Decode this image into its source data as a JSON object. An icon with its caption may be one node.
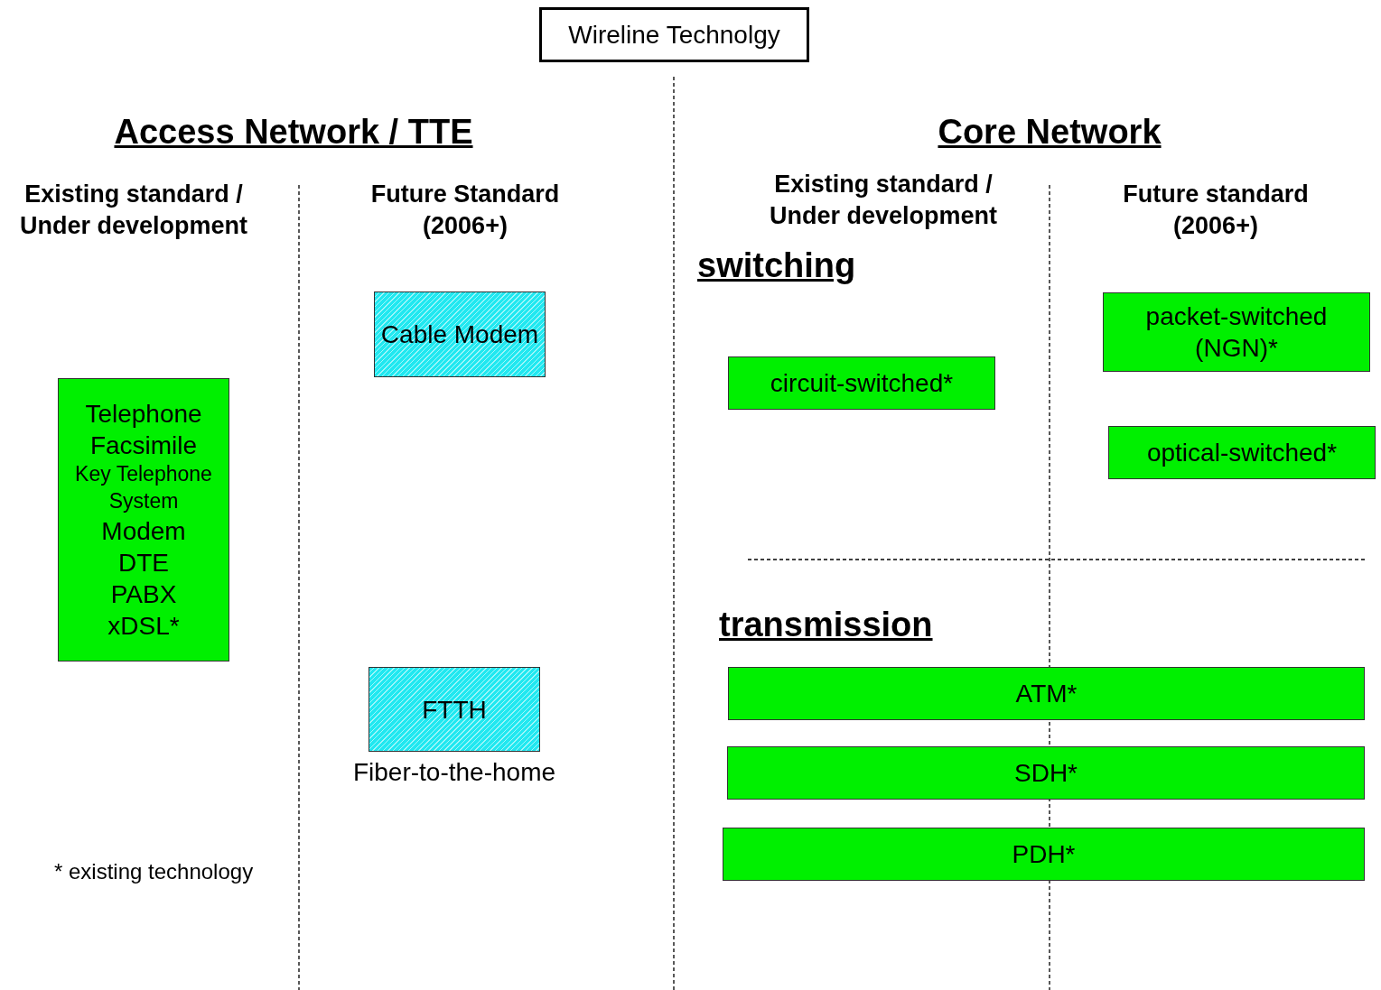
{
  "diagram": {
    "nodes": [
      {
        "text": [
          "Wireline Technolgy"
        ]
      },
      {
        "text": [
          "Cable Modem"
        ]
      },
      {
        "text": [
          "Telephone",
          "Facsimile",
          "Key Telephone System",
          "Modem",
          "DTE",
          "PABX",
          "xDSL*"
        ]
      },
      {
        "text": [
          "FTTH"
        ],
        "beside": [
          "Fiber-to-the-home"
        ]
      },
      {
        "text": [
          "circuit-switched*"
        ]
      },
      {
        "text": [
          "packet-switched (NGN)*"
        ]
      },
      {
        "text": [
          "optical-switched*"
        ]
      },
      {
        "text": [
          "ATM*"
        ]
      },
      {
        "text": [
          "SDH*"
        ]
      },
      {
        "text": [
          "PDH*"
        ]
      }
    ],
    "labels": [
      "Access Network / TTE",
      "Core Network",
      "Existing standard / Under development",
      "Future Standard (2006+)",
      "Existing standard / Under development",
      "Future standard (2006+)",
      "switching",
      "transmission",
      "* existing technology"
    ]
  }
}
